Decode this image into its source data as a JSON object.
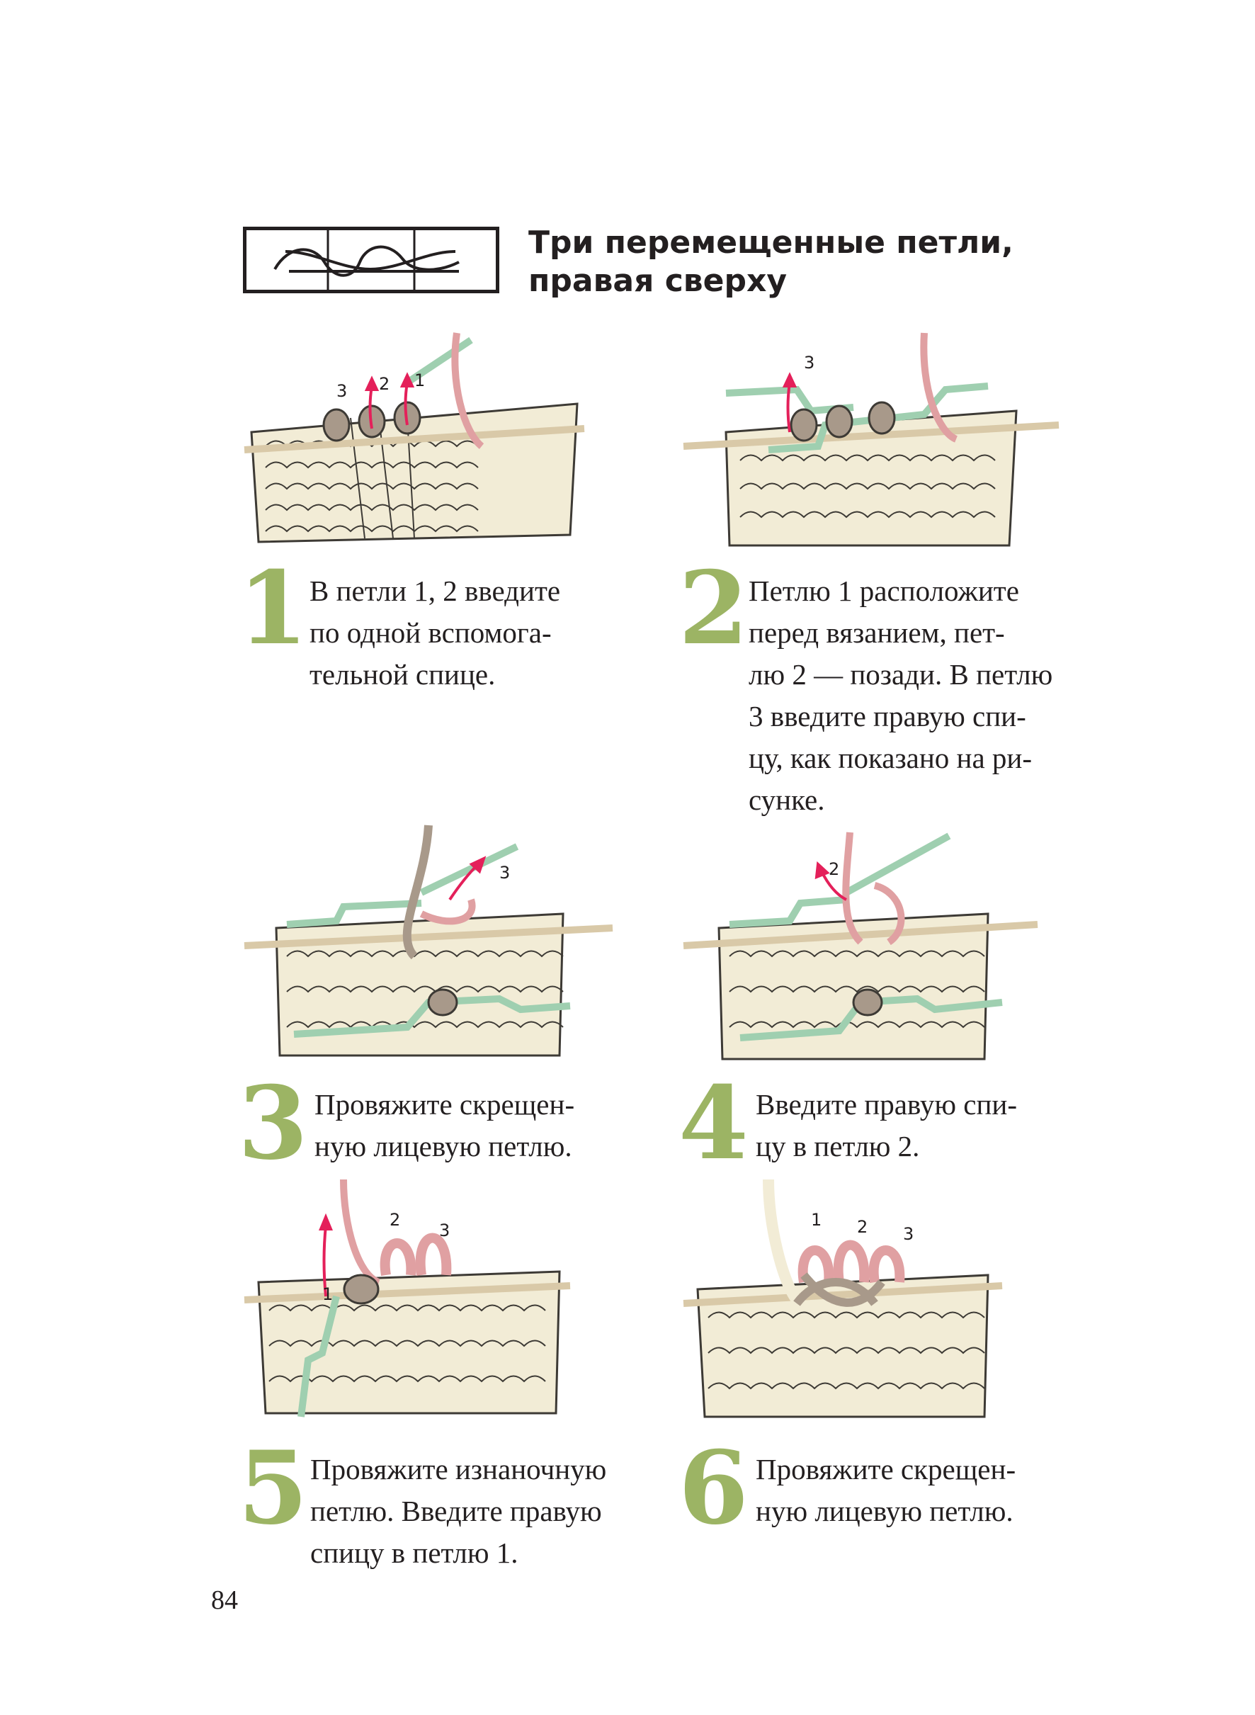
{
  "header": {
    "title_line1": "Три перемещенные петли,",
    "title_line2": "правая сверху"
  },
  "colors": {
    "yarn_main": "#f2ecd6",
    "yarn_outline": "#3d3a35",
    "needle_aux": "#9fcfb0",
    "yarn_pink": "#e0a0a2",
    "yarn_taupe": "#a8998a",
    "needle_wood": "#ecdcc1",
    "arrow": "#e4205a",
    "step_number": "#9cb464"
  },
  "steps": [
    {
      "number": "1",
      "lines": [
        "В петли 1, 2 введите",
        "по одной вспомога-",
        "тельной спице."
      ],
      "labels": [
        "3",
        "2",
        "1"
      ]
    },
    {
      "number": "2",
      "lines": [
        "Петлю 1 расположите",
        "перед вязанием, пет-",
        "лю 2 — позади. В петлю",
        "3 введите правую спи-",
        "цу, как показано на ри-",
        "сунке."
      ],
      "labels": [
        "3"
      ]
    },
    {
      "number": "3",
      "lines": [
        "Провяжите скрещен-",
        "ную лицевую петлю."
      ],
      "labels": [
        "3"
      ]
    },
    {
      "number": "4",
      "lines": [
        "Введите правую спи-",
        "цу в петлю 2."
      ],
      "labels": [
        "2"
      ]
    },
    {
      "number": "5",
      "lines": [
        "Провяжите изнаночную",
        "петлю. Введите правую",
        "спицу в петлю 1."
      ],
      "labels": [
        "2",
        "3",
        "1"
      ]
    },
    {
      "number": "6",
      "lines": [
        "Провяжите скрещен-",
        "ную лицевую петлю."
      ],
      "labels": [
        "1",
        "2",
        "3"
      ]
    }
  ],
  "page_number": "84"
}
